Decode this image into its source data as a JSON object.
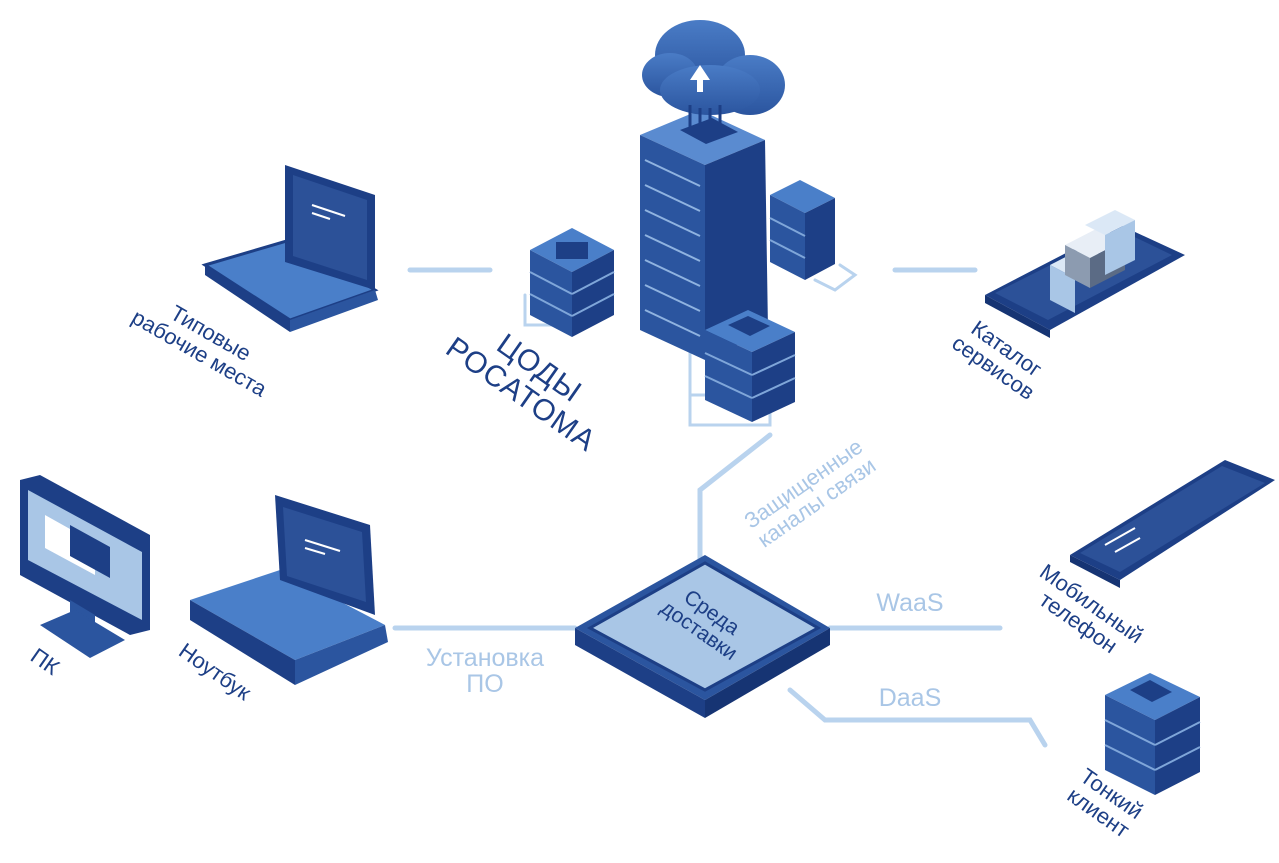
{
  "nodes": {
    "typical_workplaces": "Типовые\nрабочие места",
    "data_centers": "ЦОДЫ\nРОСАТОМА",
    "service_catalog": "Каталог\nсервисов",
    "pc": "ПК",
    "laptop": "Ноутбук",
    "delivery_environment": "Среда\nдоставки",
    "mobile_phone": "Мобильный\nтелефон",
    "thin_client": "Тонкий\nклиент"
  },
  "links": {
    "secure_channels": "Защищенные\nканалы связи",
    "software_install": "Установка\nПО",
    "waas": "WaaS",
    "daas": "DaaS"
  },
  "colors": {
    "dark_blue": "#1d3f86",
    "mid_blue": "#3a67b2",
    "light_blue": "#a9c6e6",
    "pale_blue": "#dbe8f6"
  }
}
